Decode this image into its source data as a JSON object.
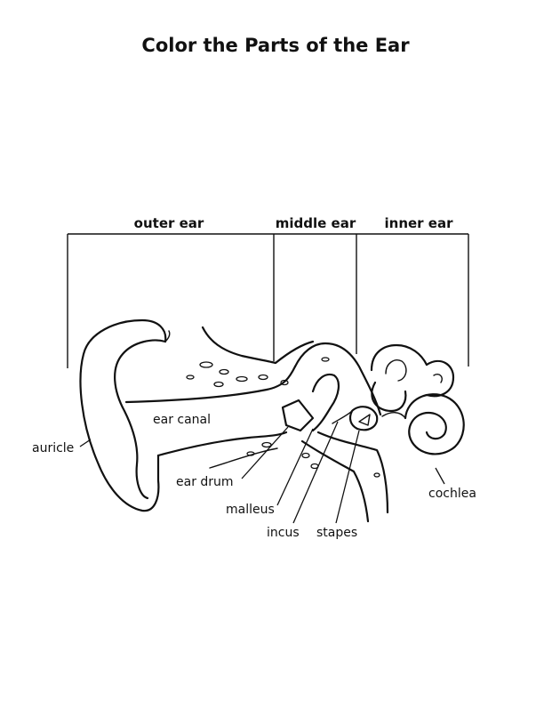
{
  "title": "Color the Parts of the Ear",
  "sections": {
    "outer": "outer ear",
    "middle": "middle ear",
    "inner": "inner ear"
  },
  "parts": {
    "auricle": "auricle",
    "ear_canal": "ear canal",
    "ear_drum": "ear drum",
    "malleus": "malleus",
    "incus": "incus",
    "stapes": "stapes",
    "cochlea": "cochlea"
  },
  "colors": {
    "ink": "#111111",
    "paper": "#ffffff"
  }
}
